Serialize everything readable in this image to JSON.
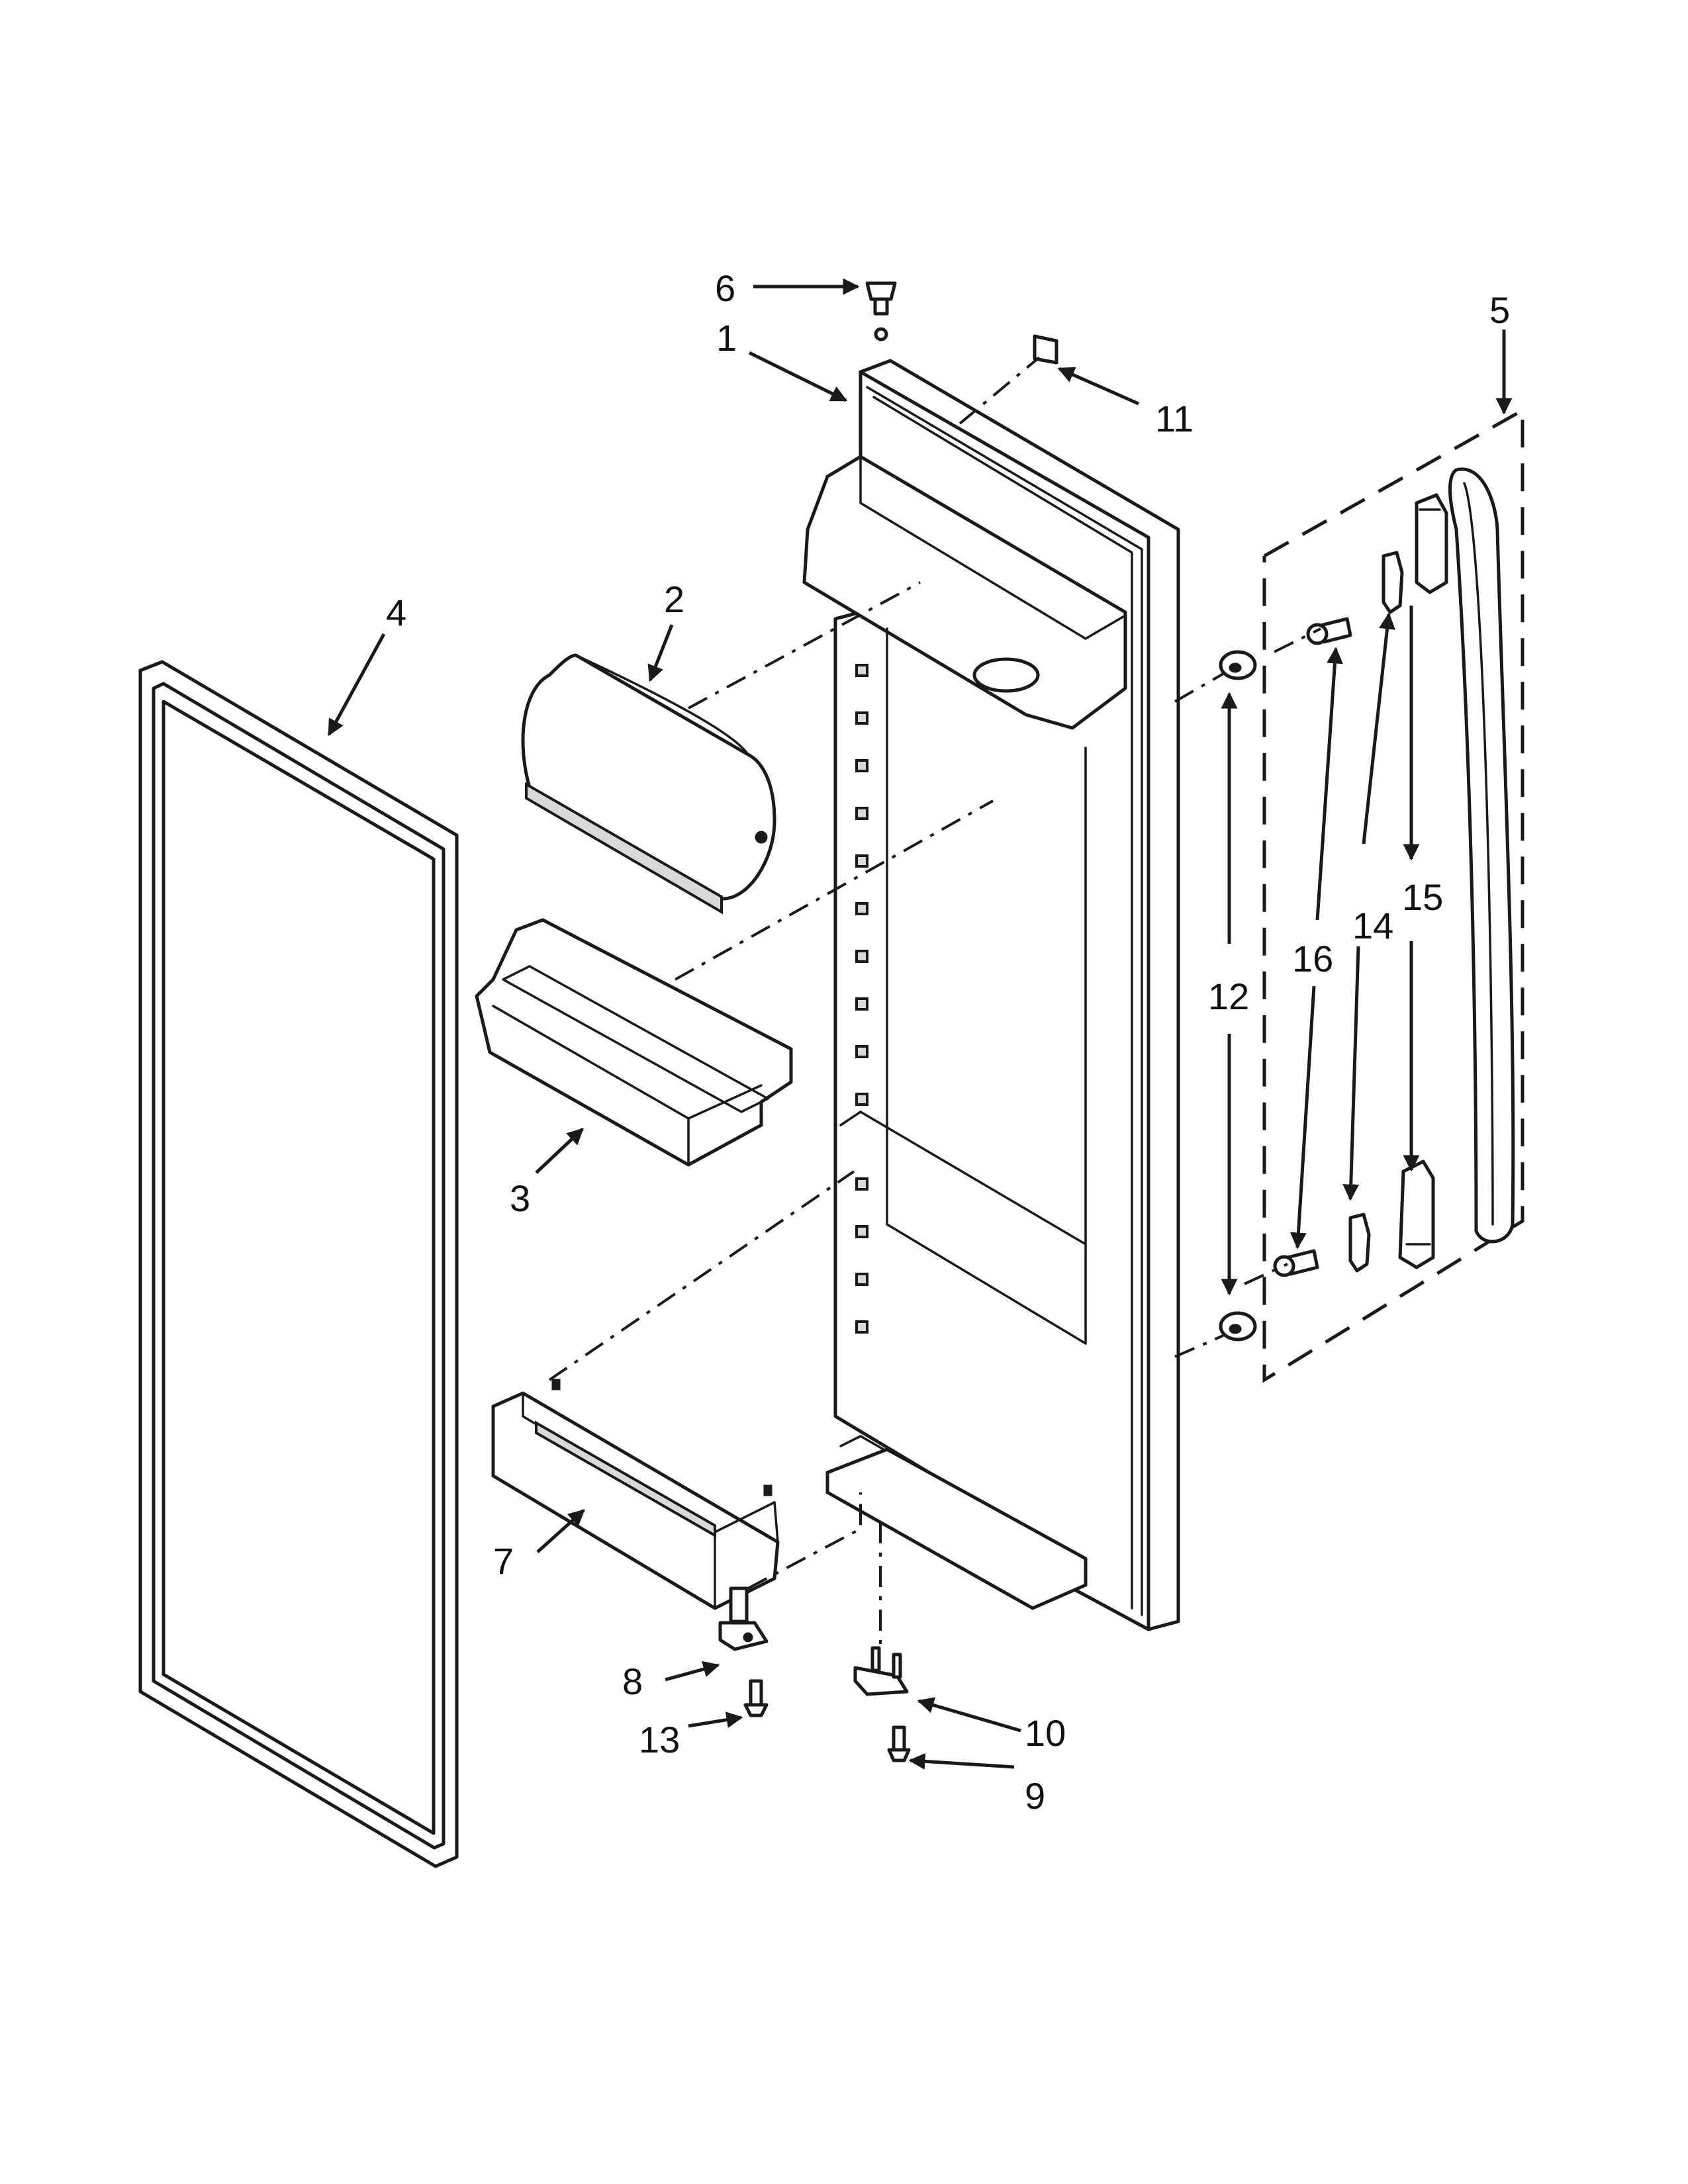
{
  "diagram": {
    "callouts": [
      {
        "id": "1",
        "label": "1"
      },
      {
        "id": "2",
        "label": "2"
      },
      {
        "id": "3",
        "label": "3"
      },
      {
        "id": "4",
        "label": "4"
      },
      {
        "id": "5",
        "label": "5"
      },
      {
        "id": "6",
        "label": "6"
      },
      {
        "id": "7",
        "label": "7"
      },
      {
        "id": "8",
        "label": "8"
      },
      {
        "id": "9",
        "label": "9"
      },
      {
        "id": "10",
        "label": "10"
      },
      {
        "id": "11",
        "label": "11"
      },
      {
        "id": "12",
        "label": "12"
      },
      {
        "id": "13",
        "label": "13"
      },
      {
        "id": "14",
        "label": "14"
      },
      {
        "id": "15",
        "label": "15"
      },
      {
        "id": "16",
        "label": "16"
      }
    ]
  },
  "colors": {
    "line": "#1a1a1a",
    "background": "#ffffff"
  }
}
